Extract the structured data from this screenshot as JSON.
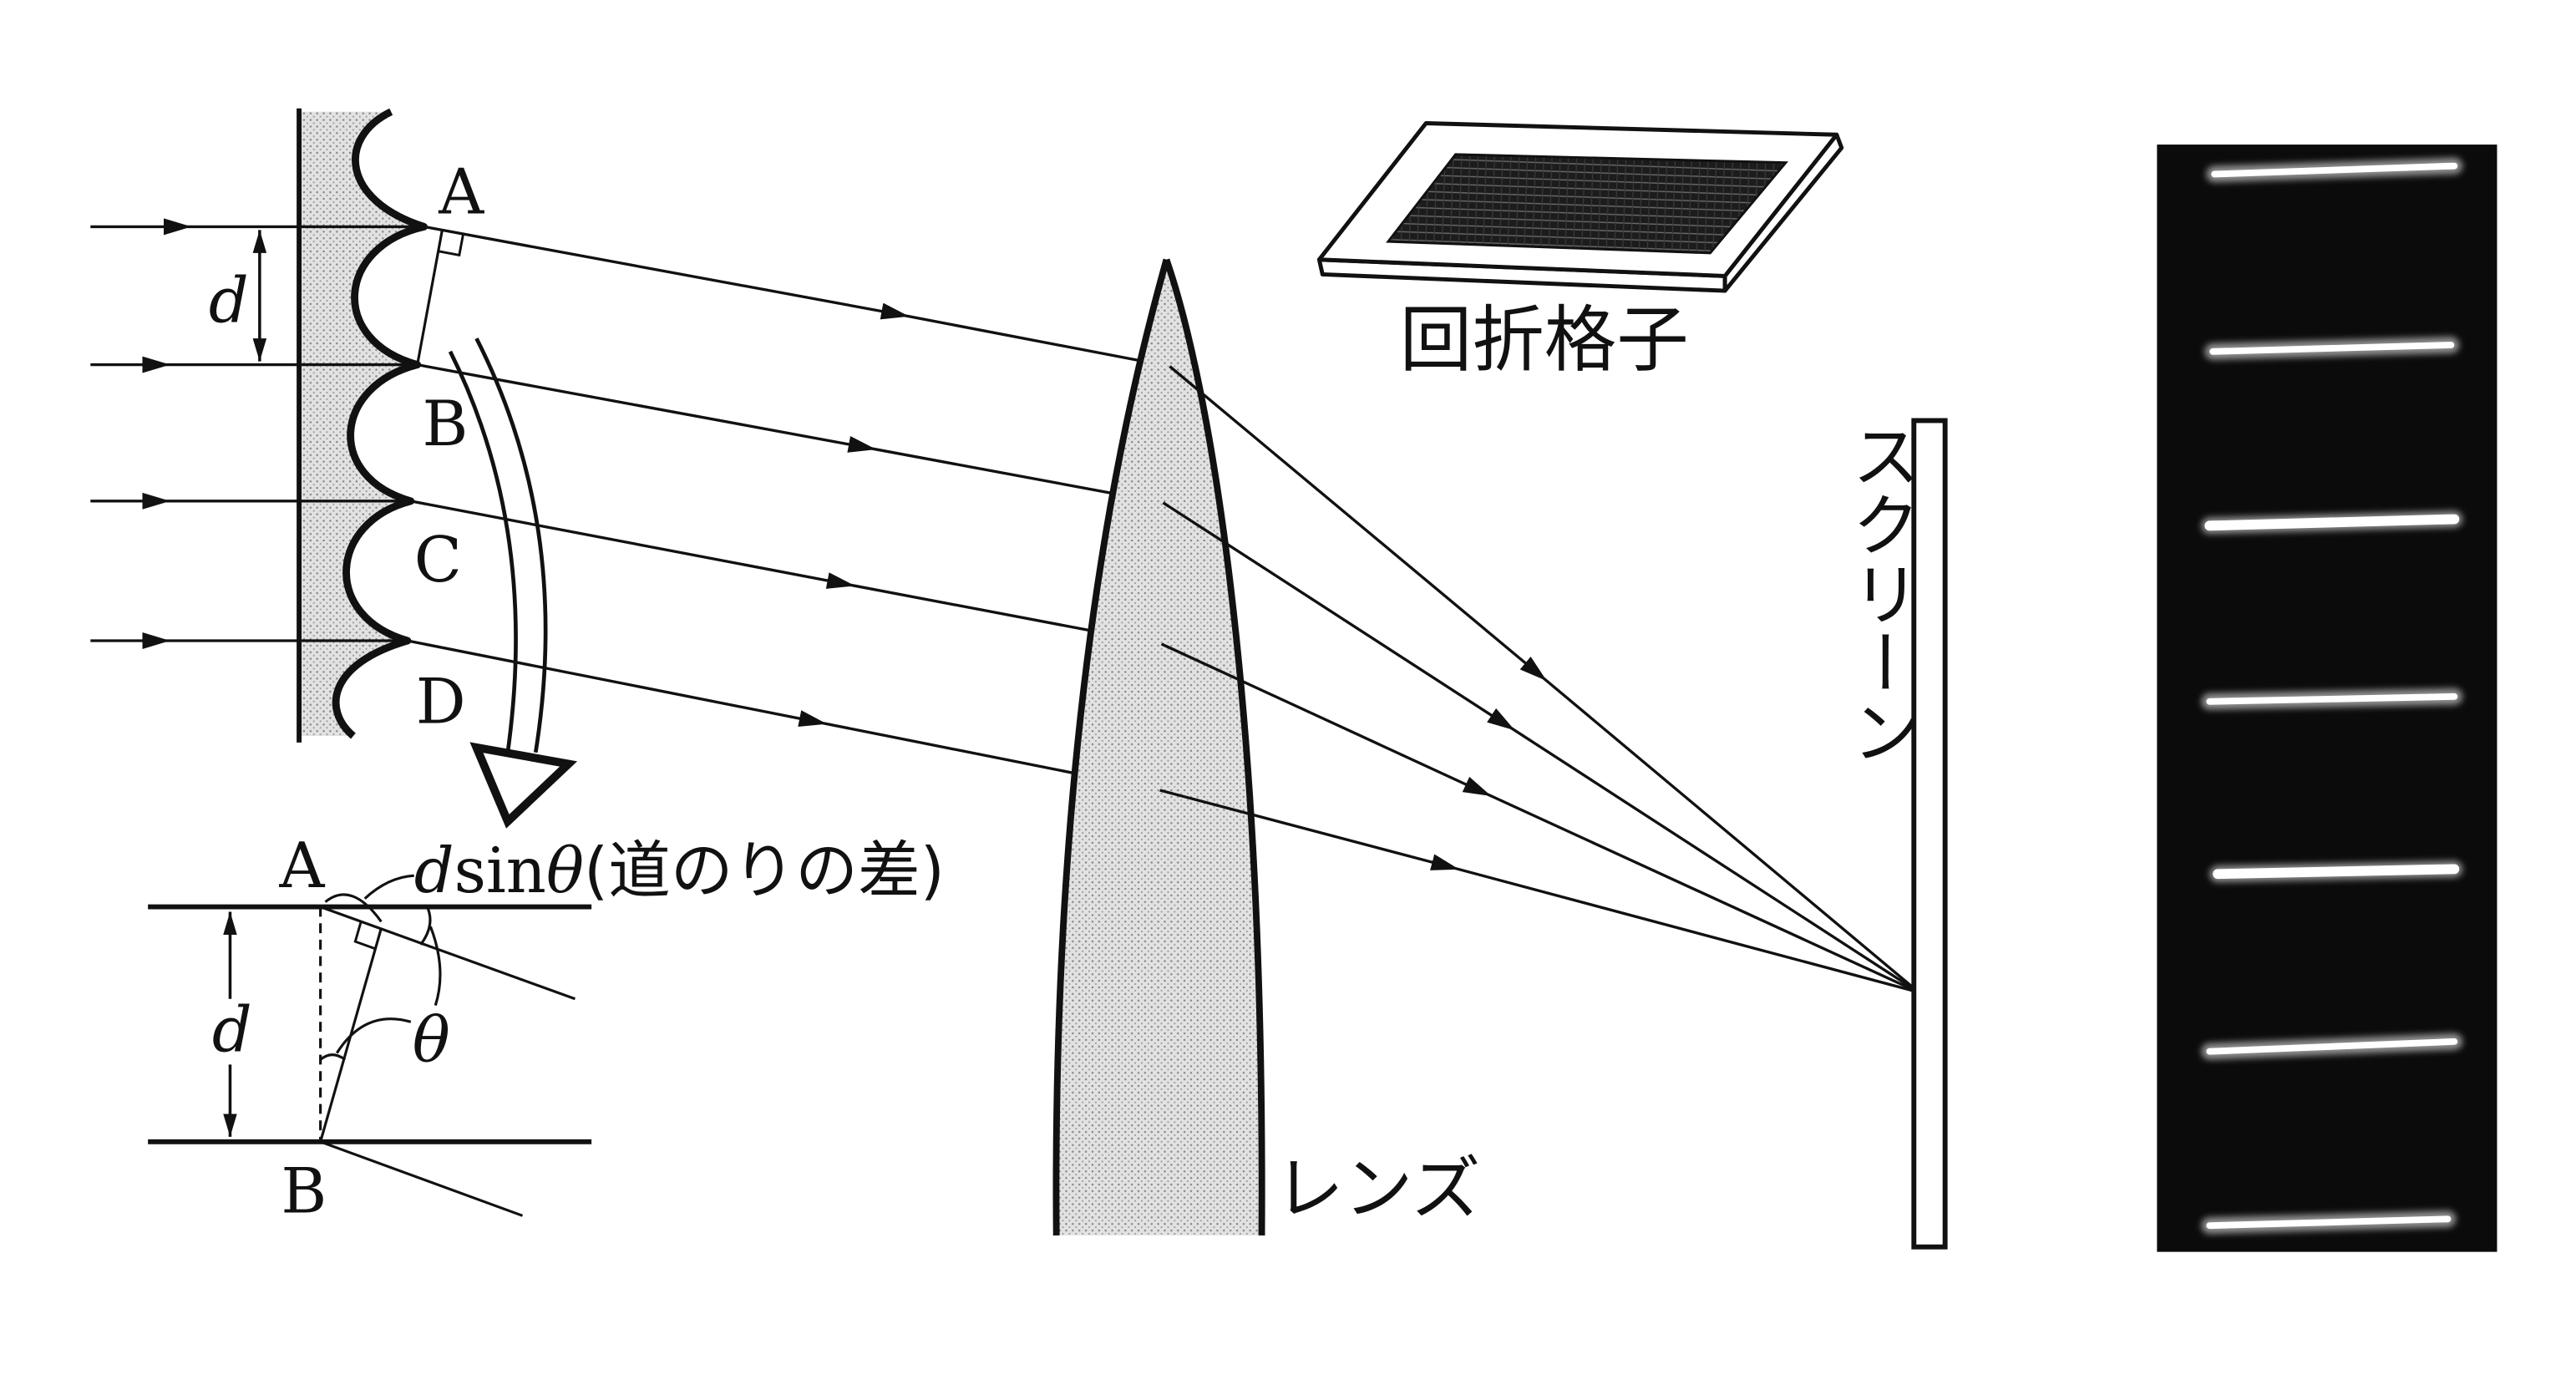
{
  "grating": {
    "labels": [
      "A",
      "B",
      "C",
      "D"
    ],
    "spacing": "d"
  },
  "grating_photo": {
    "label": "回折格子"
  },
  "lens": {
    "label": "レンズ"
  },
  "screen": {
    "label": "スクリーン"
  },
  "path_difference_inset": {
    "point_top": "A",
    "point_bottom": "B",
    "spacing": "d",
    "difference_label": {
      "symbol": "d",
      "function": "sin",
      "angle": "θ",
      "note": "(道のりの差)"
    },
    "angle_label": "θ"
  },
  "colors": {
    "ink": "#111111",
    "shading": "#e2e2e2",
    "pattern_background": "#0b0b0b",
    "bright_line": "#ffffff"
  }
}
